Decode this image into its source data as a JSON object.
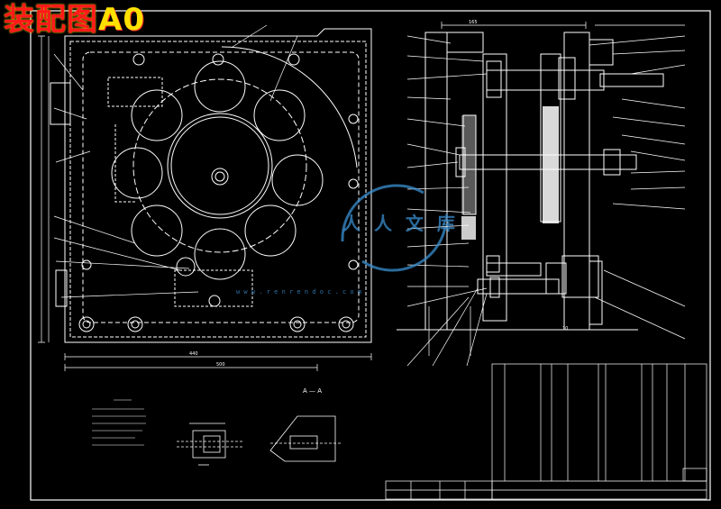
{
  "drawing": {
    "title_cn": "装配图",
    "title_code": "A0",
    "section_label": "A — A",
    "watermark_text": "人 人 文 库",
    "watermark_url": "w w w . r e n r e n d o c . c o m"
  },
  "colors": {
    "background": "#000000",
    "line": "#ffffff",
    "title_red": "#ff1a1a",
    "title_yellow": "#ffe100",
    "dim_green": "#33ff66",
    "watermark": "#3a8fd1"
  }
}
